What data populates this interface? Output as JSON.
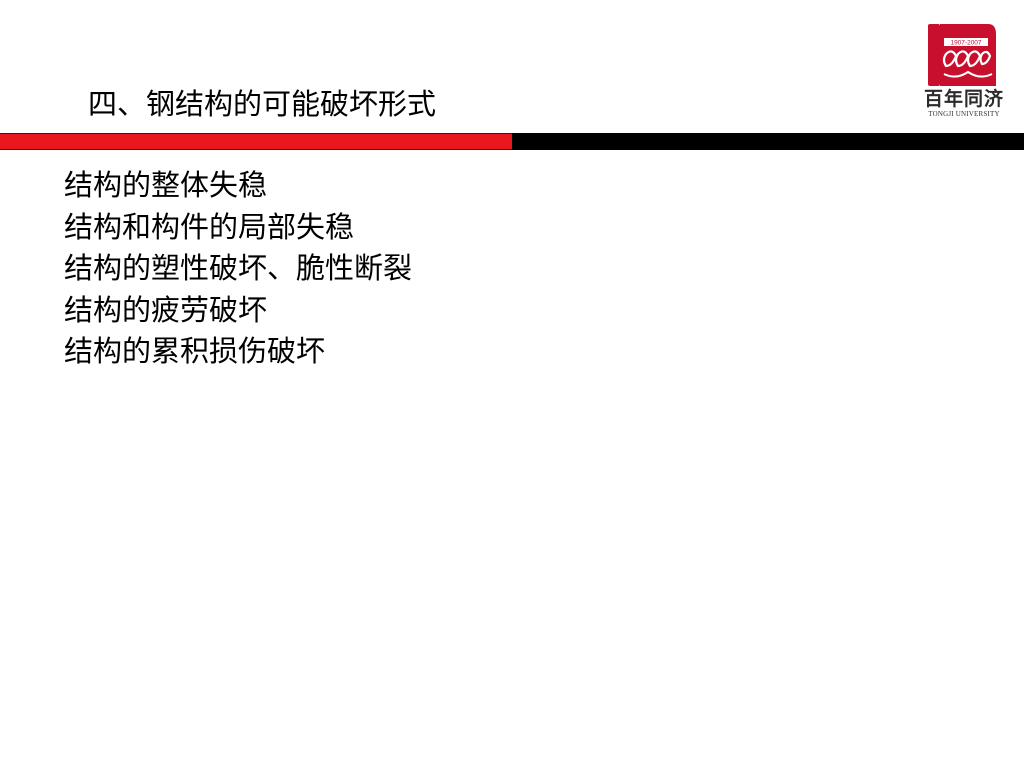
{
  "slide": {
    "title": "四、钢结构的可能破坏形式",
    "bullets": [
      "结构的整体失稳",
      "结构和构件的局部失稳",
      "结构的塑性破坏、脆性断裂",
      "结构的疲劳破坏",
      "结构的累积损伤破坏"
    ]
  },
  "logo": {
    "years": "1907-2007",
    "name_cn": "百年同济",
    "name_en": "TONGJI UNIVERSITY",
    "icon": "centennial-100-emblem"
  },
  "colors": {
    "divider_red": "#e8181e",
    "divider_black": "#000000",
    "logo_red": "#c8102e"
  }
}
